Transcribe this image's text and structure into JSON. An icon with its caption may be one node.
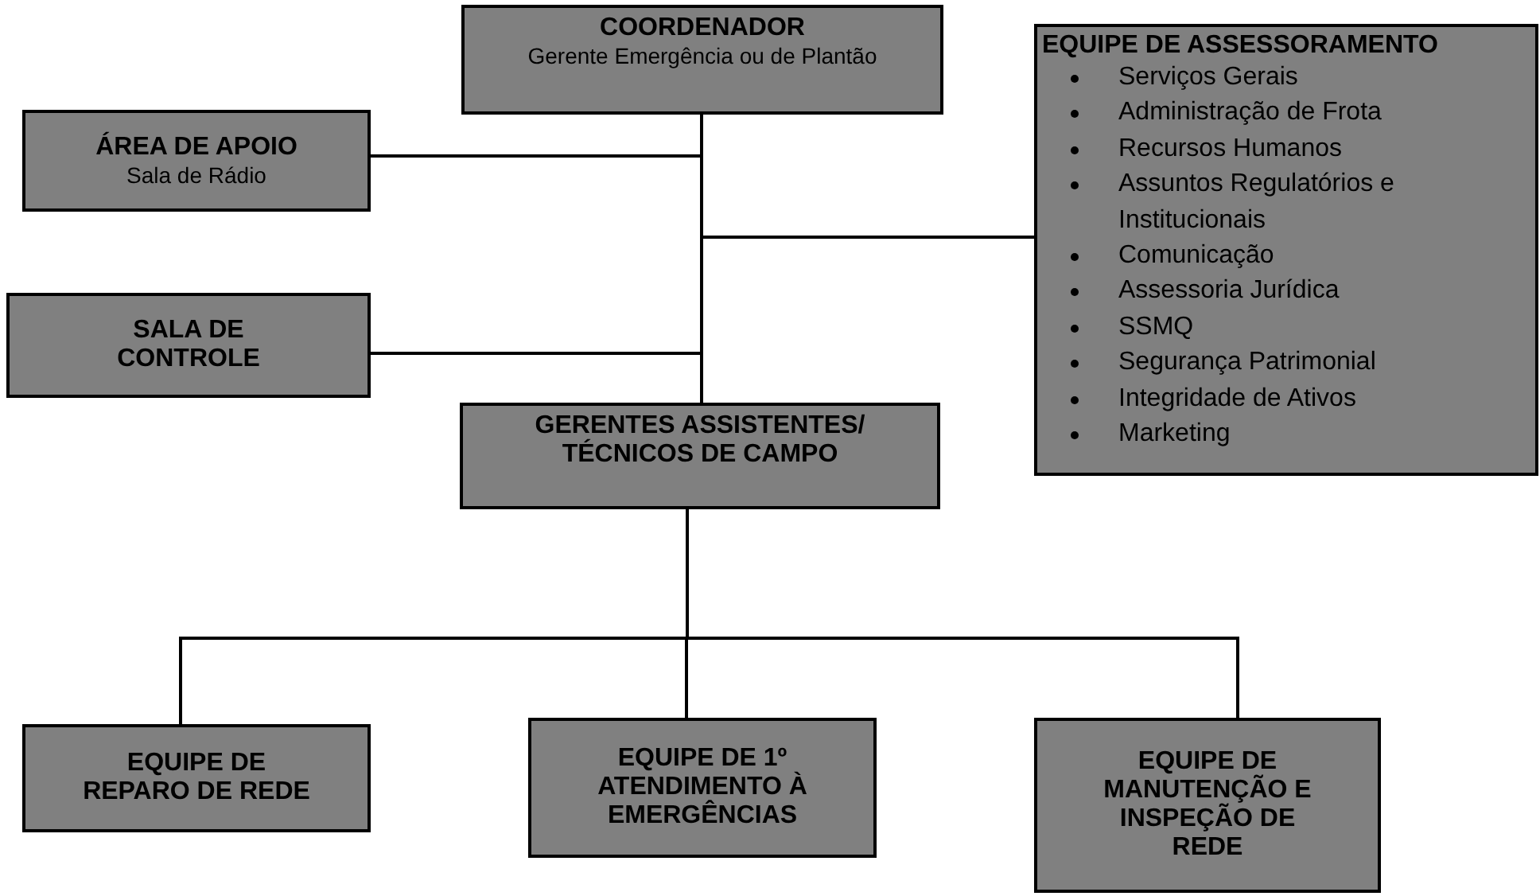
{
  "diagram": {
    "nodes": [
      {
        "text": [
          "COORDENADOR",
          "Gerente Emergência ou de Plantão"
        ]
      },
      {
        "text": [
          "ÁREA DE APOIO",
          "Sala de Rádio"
        ]
      },
      {
        "text": [
          "SALA DE CONTROLE"
        ]
      },
      {
        "text": [
          "GERENTES ASSISTENTES/ TÉCNICOS DE CAMPO"
        ]
      },
      {
        "text": [
          "EQUIPE DE ASSESSORAMENTO",
          "Serviços Gerais",
          "Administração de Frota",
          "Recursos Humanos",
          "Assuntos Regulatórios e Institucionais",
          "Comunicação",
          "Assessoria Jurídica",
          "SSMQ",
          "Segurança Patrimonial",
          "Integridade de Ativos",
          "Marketing"
        ]
      },
      {
        "text": [
          "EQUIPE DE REPARO DE REDE"
        ]
      },
      {
        "text": [
          "EQUIPE DE 1º ATENDIMENTO À EMERGÊNCIAS"
        ]
      },
      {
        "text": [
          "EQUIPE DE MANUTENÇÃO E INSPEÇÃO DE REDE"
        ]
      }
    ],
    "edges": [
      {
        "from": 0,
        "to": 1,
        "arrow": "none"
      },
      {
        "from": 0,
        "to": 4,
        "arrow": "none"
      },
      {
        "from": 0,
        "to": 2,
        "arrow": "none"
      },
      {
        "from": 0,
        "to": 3,
        "arrow": "none"
      },
      {
        "from": 3,
        "to": 5,
        "arrow": "none"
      },
      {
        "from": 3,
        "to": 6,
        "arrow": "none"
      },
      {
        "from": 3,
        "to": 7,
        "arrow": "none"
      }
    ]
  }
}
